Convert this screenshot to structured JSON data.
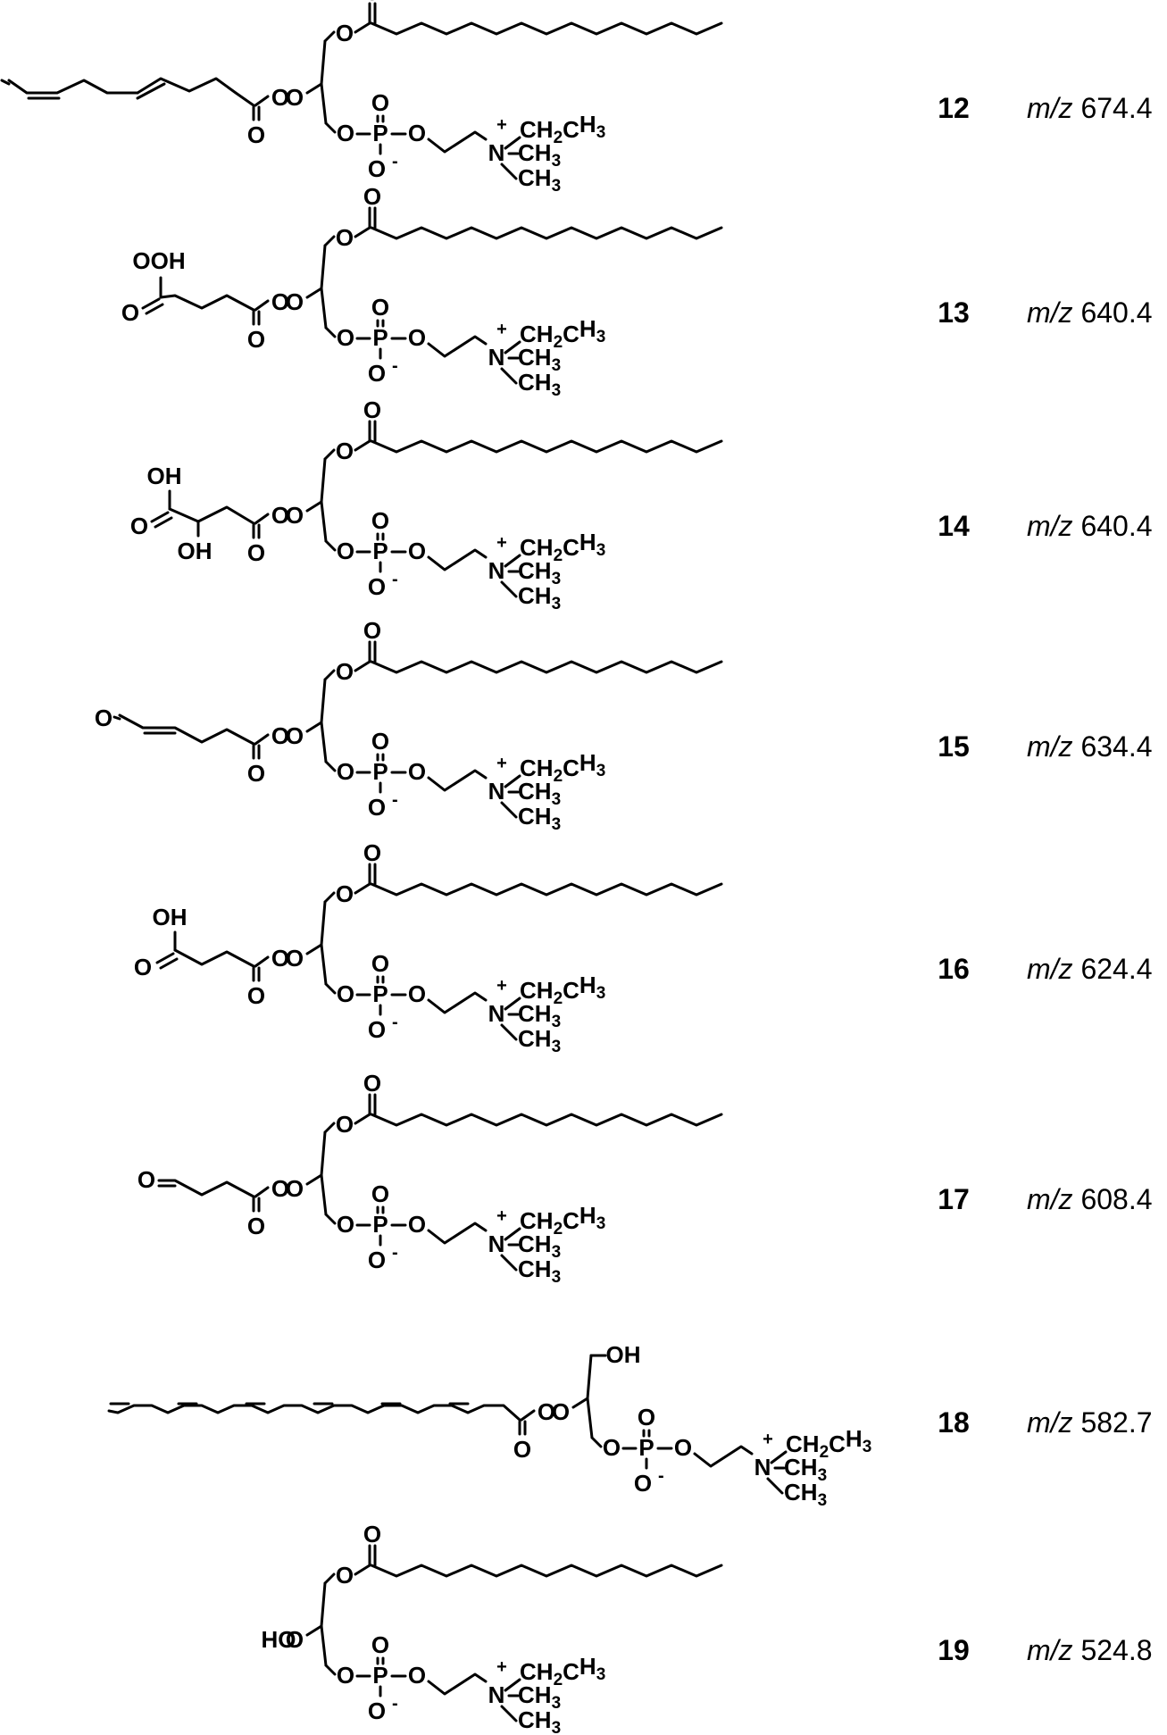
{
  "compounds": [
    {
      "number": "12",
      "mz_prefix": "m/z",
      "mz_value": "674.4",
      "sn2": "oxo-diene",
      "sn1": "palmitoyl"
    },
    {
      "number": "13",
      "mz_prefix": "m/z",
      "mz_value": "640.4",
      "sn2": "peroxy-acid",
      "sn1": "palmitoyl"
    },
    {
      "number": "14",
      "mz_prefix": "m/z",
      "mz_value": "640.4",
      "sn2": "hydroxy-acid",
      "sn1": "palmitoyl"
    },
    {
      "number": "15",
      "mz_prefix": "m/z",
      "mz_value": "634.4",
      "sn2": "oxo-ene",
      "sn1": "palmitoyl"
    },
    {
      "number": "16",
      "mz_prefix": "m/z",
      "mz_value": "624.4",
      "sn2": "acid",
      "sn1": "palmitoyl"
    },
    {
      "number": "17",
      "mz_prefix": "m/z",
      "mz_value": "608.4",
      "sn2": "oxo",
      "sn1": "palmitoyl"
    },
    {
      "number": "18",
      "mz_prefix": "m/z",
      "mz_value": "582.7",
      "sn2": "polyene",
      "sn1": "hydroxyl"
    },
    {
      "number": "19",
      "mz_prefix": "m/z",
      "mz_value": "524.8",
      "sn2": "hydroxyl",
      "sn1": "palmitoyl"
    }
  ],
  "labels": {
    "O": "O",
    "P": "P",
    "N": "N",
    "HO": "HO",
    "OH": "OH",
    "OOH": "OOH",
    "CH": "CH",
    "C": "C",
    "H": "H",
    "two": "2",
    "three": "3",
    "plus": "+",
    "minus": "-"
  }
}
